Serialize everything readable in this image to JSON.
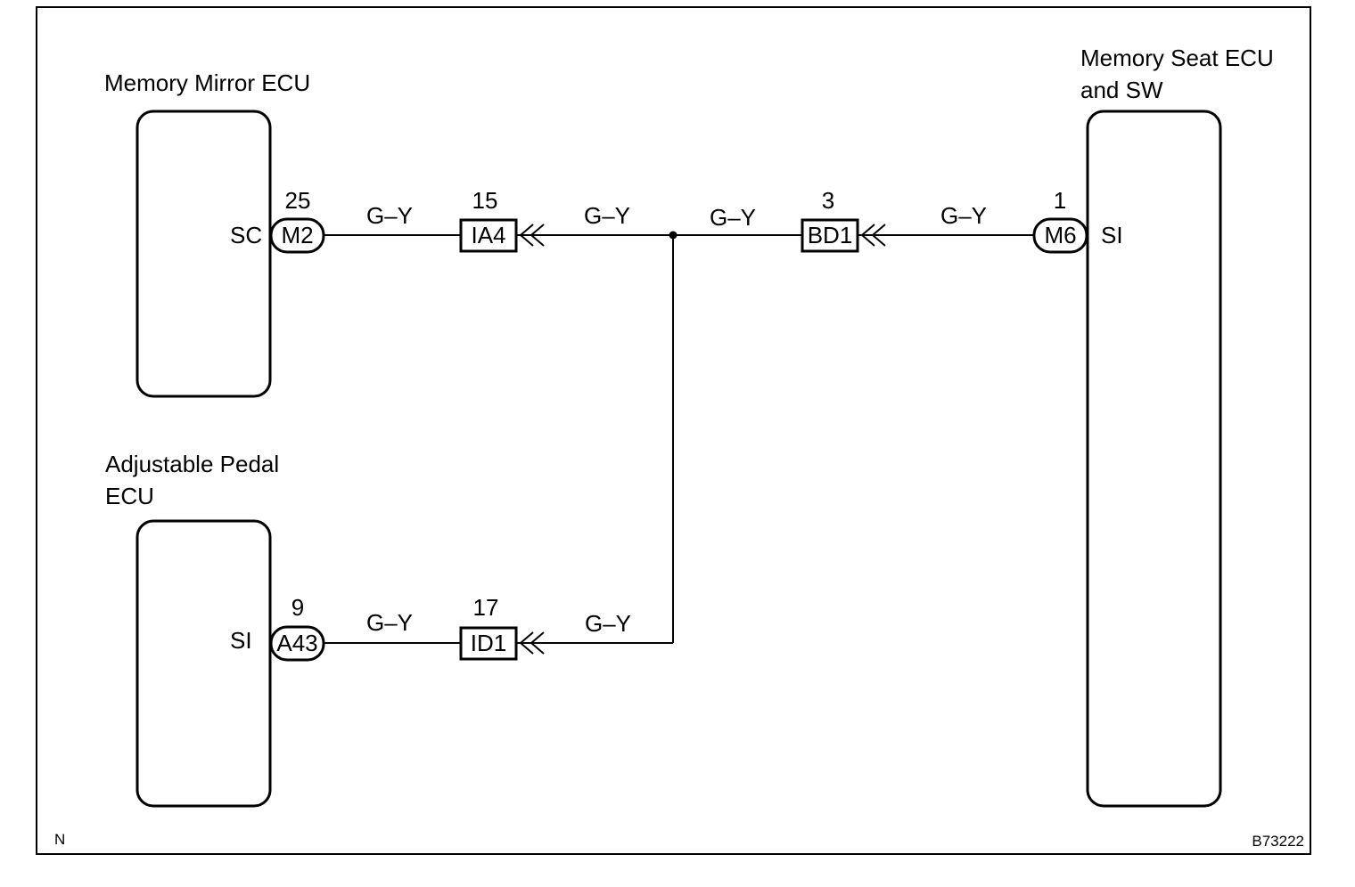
{
  "components": {
    "memory_mirror_ecu": {
      "title": "Memory Mirror ECU",
      "pin": "SC"
    },
    "adjustable_pedal_ecu": {
      "title_line1": "Adjustable Pedal",
      "title_line2": "ECU",
      "pin": "SI"
    },
    "memory_seat_ecu": {
      "title_line1": "Memory Seat ECU",
      "title_line2": "and SW",
      "pin": "SI"
    }
  },
  "connectors": {
    "m2": {
      "code": "M2",
      "pin_number": "25"
    },
    "a43": {
      "code": "A43",
      "pin_number": "9"
    },
    "m6": {
      "code": "M6",
      "pin_number": "1"
    },
    "ia4": {
      "code": "IA4",
      "pin_number": "15"
    },
    "id1": {
      "code": "ID1",
      "pin_number": "17"
    },
    "bd1": {
      "code": "BD1",
      "pin_number": "3"
    }
  },
  "wires": {
    "color_code": "G–Y"
  },
  "footer": {
    "corner_letter": "N",
    "figure_code": "B73222"
  },
  "colors": {
    "line": "#000000",
    "background": "#ffffff"
  }
}
